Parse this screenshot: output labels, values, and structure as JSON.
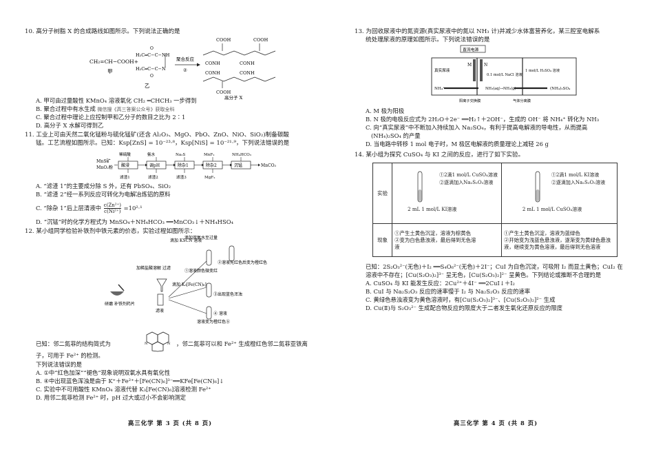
{
  "page3": {
    "q10": {
      "stem": "10. 高分子树脂 X 的合成路线如图所示。下列说法正确的是",
      "reactant_jia": "CH₂=CH−COOH+",
      "label_jia": "甲",
      "label_yi": "乙",
      "arrow_label": "聚合反应",
      "arrow_num": "②",
      "product_label": "高分子 X",
      "opt_a": "A. 甲可由过量酸性 KMnO₄ 溶液氧化 CH₂ ═CHCH₃ 一步得到",
      "opt_b": "B. 聚合过程中有水生成",
      "opt_b_watermark": "微信搜《高三答案公众号》获取全科",
      "opt_c": "C. 聚合过程中理论上应控制甲和乙分子的数目之比为 2∶1",
      "opt_d": "D. 高分子 X 水解可得到乙"
    },
    "q11": {
      "stem1": "11. 工业上可由天然二氧化锰粉与硫化锰矿(还含 Al₂O₃、MgO、PbO、ZnO、NiO、SiO₂)制备碳酸",
      "stem2": "锰。工艺流程如图所示。已知：Ksp[ZnS] = 10⁻²³·⁸，Ksp[NiS] = 10⁻²¹·⁹，下列说法错误的是",
      "flow_input1": "MnS矿",
      "flow_input2": "MnO₂粉",
      "steps": [
        "酸浸",
        "调pH",
        "除杂1",
        "除杂2",
        "沉锰"
      ],
      "reagents": [
        "稀硫酸",
        "氨水",
        "Na₂S",
        "MnF₂",
        "NH₄HCO₃"
      ],
      "residues": [
        "滤渣1",
        "滤渣2",
        "滤渣3",
        "MgF₂"
      ],
      "product": "MnCO₃",
      "opt_a": "A. “滤渣 1”的主要成分除 S 外，还有 PbSO₄、SiO₂",
      "opt_b": "B. “滤渣 2”经一系列反应可转化为电解冶炼铝的原料",
      "opt_c_pre": "C. “除杂 1”后上层清液中",
      "opt_c_num": "c(Zn²⁺)",
      "opt_c_den": "c(Ni²⁺)",
      "opt_c_post": "=10²·¹",
      "opt_d": "D. “沉锰”时的化学方程式为 MnSO₄＋NH₄HCO₃ ══MnCO₃↓＋NH₄HSO₄"
    },
    "q12": {
      "stem": "12. 某小组同学检验补铁剂中铁元素的价态，实验过程如图所示：",
      "d_tablet": "研磨 补铁剂药片",
      "d_acid": "加稀盐酸溶解 过滤",
      "d_filtrate": "滤液",
      "d_kscn": "滴加 KSCN 溶液",
      "d_h2o2": "滴加双氧水至过量",
      "d_r1": "①溶液颜色微变红",
      "d_r2": "②溶液先红色后变为橙红色",
      "d_k3": "滴加 K₃[Fe(CN)₆]",
      "d_r3": "③出现蓝色浑浊",
      "d_r4": "④ 溶液",
      "d_r5": "溶液变为橙红色⑤",
      "known1": "已知：邻二氮菲的结构简式为",
      "known2": "，邻二氮菲可以和 Fe²⁺ 生成橙红色邻二氮菲亚铁离",
      "known3": "子，可用于 Fe²⁺ 的检测。",
      "ask": "下列说法错误的是",
      "opt_a": "A. ①中“红色加深”“褪色”现象说明双氧水具有氧化性",
      "opt_b": "B. ④中出现蓝色浑浊是由于 K⁺＋Fe²⁺＋[Fe(CN)₆]³⁻══KFe[Fe(CN)₆]↓",
      "opt_c": "C. 实验中不可用酸性 KMnO₄ 溶液代替 K₃[Fe(CN)₆]溶液检测 Fe²⁺",
      "opt_d": "D. 用邻二氮菲检测 Fe²⁺ 时，pH 过大或过小不会影响测定"
    },
    "footer": "高三化学  第 3 页  (共 8 页)"
  },
  "page4": {
    "q13": {
      "stem1": "13. 为回收尿液中的氮资源(真实尿液中的氮以 NH₃ 计)并减少水体富营养化，某三腔室电解系",
      "stem2": "统处理尿液的原理如图所示。下列说法错误的是",
      "d_power": "直流电源",
      "d_m": "M",
      "d_n": "N",
      "d_urine": "真实尿液",
      "d_nacl": "0.1 mol/L NaCl 溶液",
      "d_h2so4": "1 mol/L H₂SO₄ 溶液",
      "d_nh4": "NH₄⁺",
      "d_nh3": "NH₃(aq)→NH₃(g)",
      "d_product": "(NH₄)₂SO₄",
      "d_membrane": "阳离子交换膜",
      "d_gas": "气体分离膜",
      "opt_a": "A. M 极为阳极",
      "opt_b": "B. N 极的电极反应式为 2H₂O＋2e⁻ ══H₂↑＋2OH⁻，生成的 OH⁻ 将 NH₄⁺ 转化为 NH₃",
      "opt_c1": "C. 向“真实尿液”中不断加入持续加入 Na₂SO₄，有利于提高电解液的导电性，从而提高",
      "opt_c2": "(NH₄)₂SO₄ 的产量",
      "opt_d": "D. 当电路中转移 1 mol 电子时，M 极区电解液的质量理论上减轻 26 g"
    },
    "q14": {
      "stem": "14. 某小组为探究 CuSO₄ 与 KI 之间的反应，进行了如下实验。",
      "row_exp": "实验",
      "row_obs": "现象",
      "exp1_add1": "①2滴1 mol/L CuSO₄溶液",
      "exp1_add2": "②逐滴加入Na₂S₂O₃溶液",
      "exp1_tube": "2 mL 1 mol/L KI溶液",
      "exp2_add1": "①2滴1 mol/L KI溶液",
      "exp2_add2": "②逐滴加入Na₂S₂O₃溶液",
      "exp2_tube": "2 mL 1 mol/L CuSO₄溶液",
      "obs1_1": "①产生土黄色沉淀，溶液为棕黄色",
      "obs1_2": "②变为白色悬浊液，最后得到无色溶",
      "obs1_3": "液",
      "obs2_1": "①产生土黄色沉淀，溶液为蓝绿色",
      "obs2_2": "②开始变为浅蓝色悬浊液，逐渐变为黄绿色悬浊",
      "obs2_3": "液，继续变为黄色溶液，最后得到无色溶液",
      "known1": "已知：2S₂O₃²⁻(无色)＋I₂ ══S₄O₆²⁻(无色)＋2I⁻；CuI 为白色沉淀，可吸附 I₂ 而显土黄色；CuI₂ 在",
      "known2": "溶液中不存在；[Cu(S₂O₃)₂]³⁻ 呈无色，[Cu(S₂O₃)₂]²⁻ 呈黄色。下列结论或推断不合理的是",
      "opt_a": "A. CuSO₄ 与 KI 能发生反应：2Cu²⁺＋4I⁻ ══2CuI↓＋I₂",
      "opt_b": "B. CuI 与 Na₂S₂O₃ 反应的速率慢于 I₂ 与 Na₂S₂O₃ 反应的速率",
      "opt_c": "C. 黄绿色悬浊液变为黄色溶液时，有[Cu(S₂O₃)₂]³⁻、[Cu(S₂O₃)₂]²⁻ 生成",
      "opt_d": "D. Cu(Ⅱ)与 S₂O₃²⁻ 生成配合物反应的限度大于二者发生氧化还原反应的限度"
    },
    "footer": "高三化学  第 4 页  (共 8 页)"
  }
}
